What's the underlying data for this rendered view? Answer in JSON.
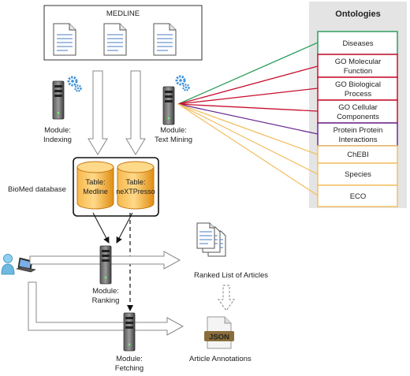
{
  "medline": {
    "title": "MEDLINE"
  },
  "ontologies": {
    "title": "Ontologies",
    "items": [
      {
        "lines": [
          "Diseases"
        ],
        "color": "#2e9e5e"
      },
      {
        "lines": [
          "GO Molecular",
          "Function"
        ],
        "color": "#c8102e"
      },
      {
        "lines": [
          "GO Biological",
          "Process"
        ],
        "color": "#c8102e"
      },
      {
        "lines": [
          "GO Cellular",
          "Components"
        ],
        "color": "#c8102e"
      },
      {
        "lines": [
          "Protein Protein",
          "Interactions"
        ],
        "color": "#6b2c91"
      },
      {
        "lines": [
          "ChEBI"
        ],
        "color": "#f2c166"
      },
      {
        "lines": [
          "Species"
        ],
        "color": "#f2c166"
      },
      {
        "lines": [
          "ECO"
        ],
        "color": "#f2c166"
      }
    ]
  },
  "modules": {
    "indexing": [
      "Module:",
      "Indexing"
    ],
    "text_mining": [
      "Module:",
      "Text Mining"
    ],
    "ranking": [
      "Module:",
      "Ranking"
    ],
    "fetching": [
      "Module:",
      "Fetching"
    ]
  },
  "database": {
    "label": "BioMed database",
    "tables": [
      {
        "lines": [
          "Table:",
          "Medline"
        ]
      },
      {
        "lines": [
          "Table:",
          "neXTPresso"
        ]
      }
    ]
  },
  "outputs": {
    "ranked": "Ranked List of Articles",
    "annotations": "Article Annotations",
    "json_badge": "JSON"
  },
  "colors": {
    "panel_bg": "#e4e4e4",
    "db_fill": "#f6a623",
    "arrow_fill": "#ffffff",
    "arrow_stroke": "#888888"
  }
}
